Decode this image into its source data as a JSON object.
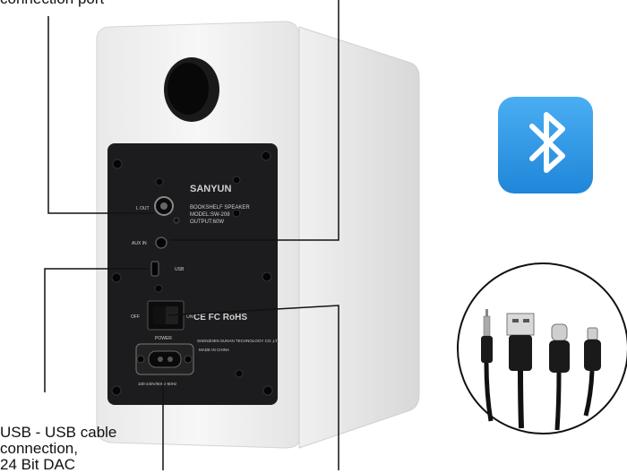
{
  "callouts": {
    "top_left": "connection port",
    "usb_lines": [
      "USB - USB cable",
      "connection,",
      "24 Bit DAC"
    ]
  },
  "panel": {
    "brand": "SANYUN",
    "model_lines": [
      "BOOKSHELF SPEAKER",
      "MODEL:SW-208",
      "OUTPUT:60W"
    ],
    "aux_label": "AUX IN",
    "usb_label": "USB",
    "off_label": "OFF",
    "on_label": "ON",
    "certs": "CE FC RoHS",
    "power_label": "POWER",
    "maker": "SHENZHEN SUNAN TECHNOLOGY CO.,LTD",
    "made_in": "MADE IN CHINA",
    "voltage": "100-240V/50Hz-60Hz",
    "out_label": "L OUT"
  },
  "icons": {
    "bluetooth": "bluetooth-icon",
    "cables": "cable-set-icon"
  },
  "colors": {
    "bluetooth_bg": "#2f9be8",
    "panel": "#1c1c1e",
    "cabinet": "#f1f1f1"
  }
}
